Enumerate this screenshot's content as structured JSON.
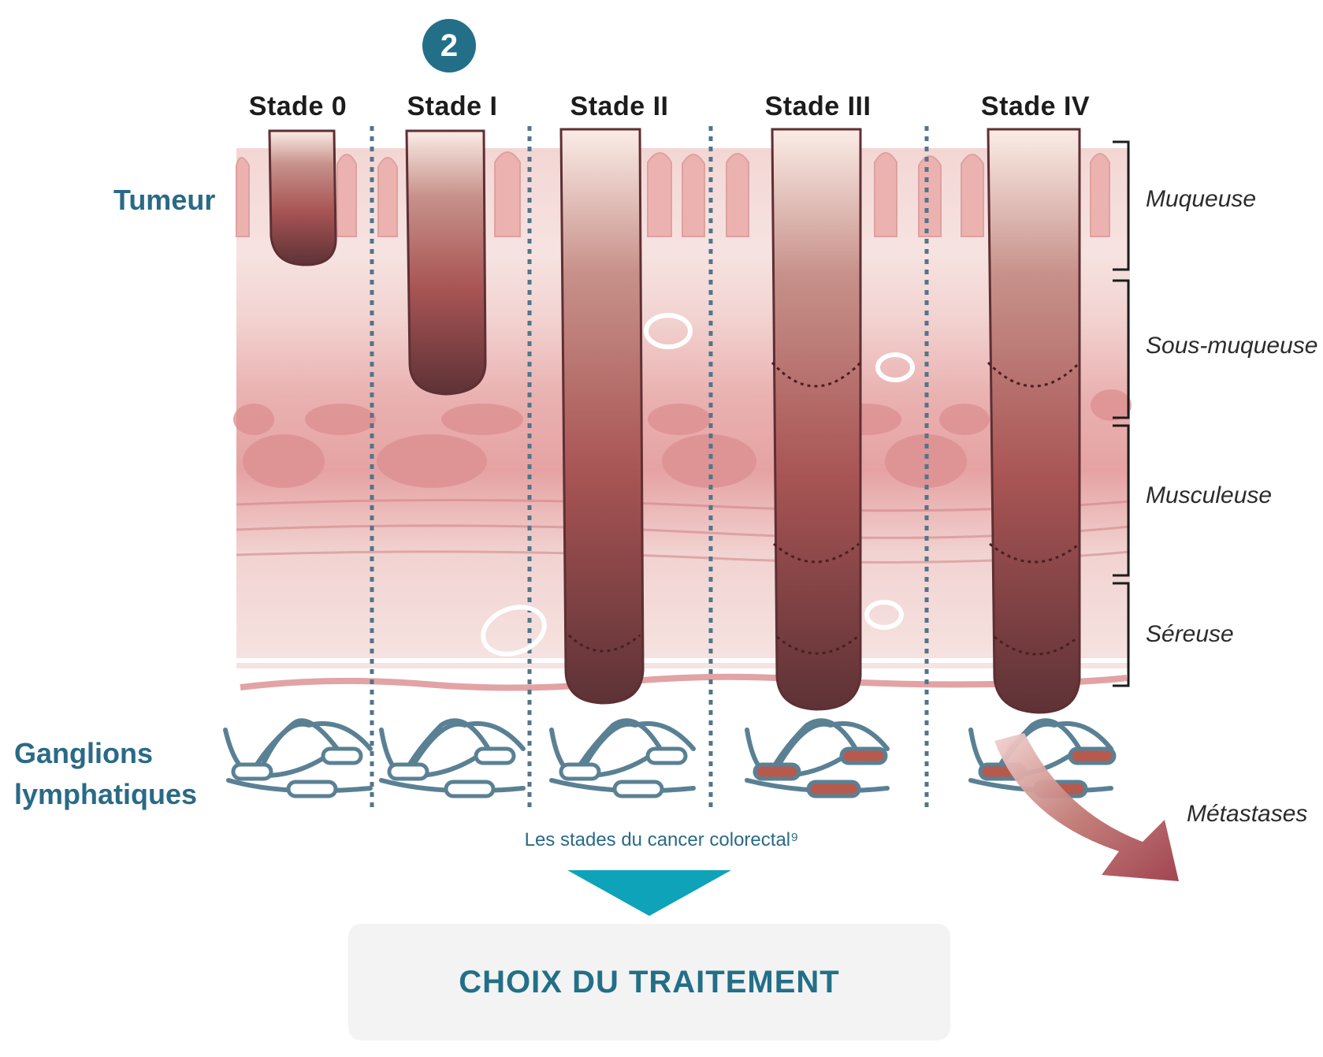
{
  "step_number": "2",
  "stages": [
    "Stade 0",
    "Stade I",
    "Stade II",
    "Stade III",
    "Stade IV"
  ],
  "left_labels": {
    "tumor": "Tumeur",
    "lymph_line1": "Ganglions",
    "lymph_line2": "lymphatiques"
  },
  "layers": [
    "Muqueuse",
    "Sous-muqueuse",
    "Musculeuse",
    "Séreuse"
  ],
  "metastases_label": "Métastases",
  "caption": "Les stades du cancer colorectal⁹",
  "treatment": "CHOIX DU TRAITEMENT",
  "colors": {
    "accent_teal": "#236f88",
    "arrow_teal": "#0ea3b8",
    "tumor_dark": "#6d3a3c",
    "tissue_pink": "#e8a7a7",
    "lymph_node": "#5a8094",
    "lymph_affected": "#b65a4e"
  }
}
